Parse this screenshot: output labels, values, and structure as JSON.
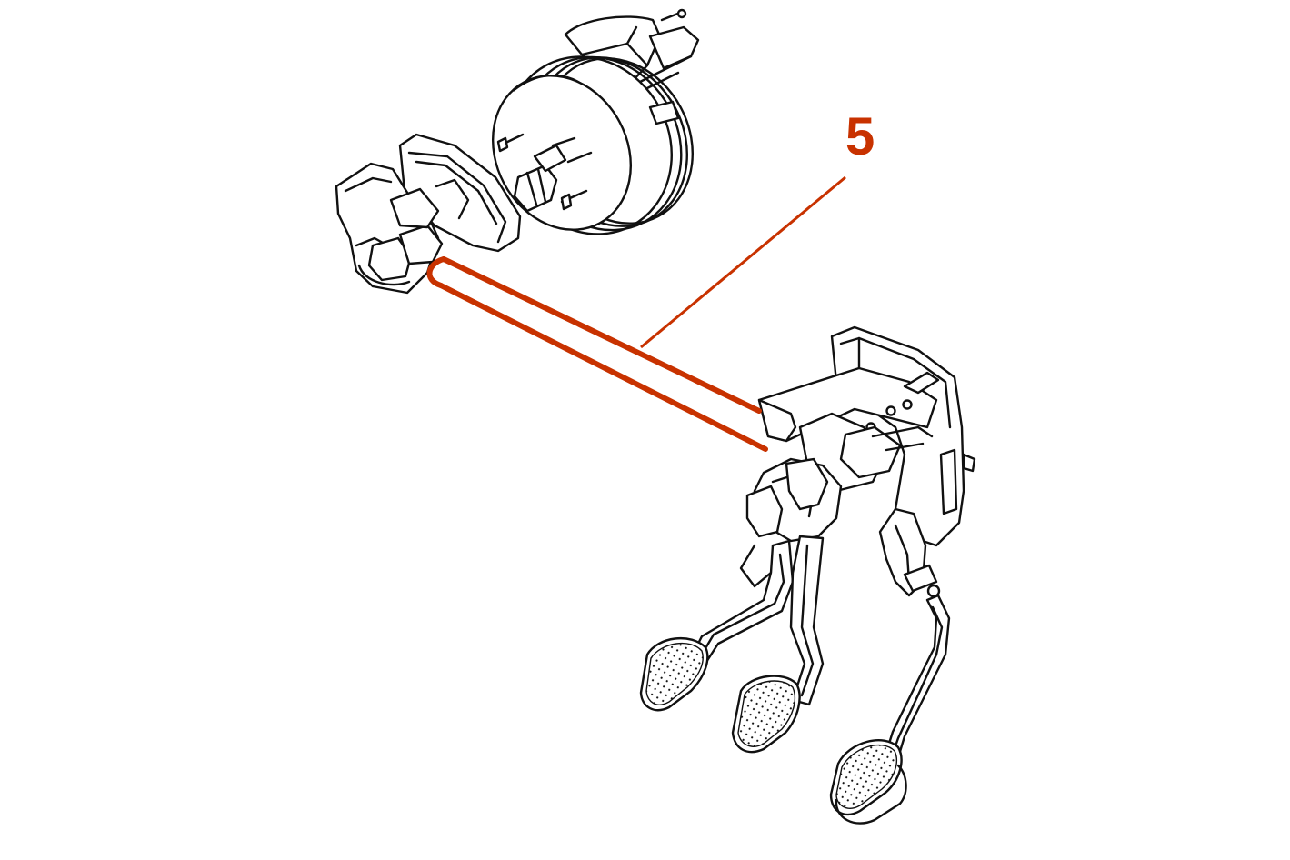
{
  "callout": {
    "label": "5",
    "color": "#c83200"
  },
  "line_color": "#111111",
  "background": "#ffffff",
  "parts": [
    {
      "name": "brake-booster",
      "icon": "booster-drum"
    },
    {
      "name": "master-cylinder-reservoir",
      "icon": "reservoir"
    },
    {
      "name": "linkage-bracket",
      "icon": "bracket"
    },
    {
      "name": "connecting-rod",
      "icon": "rod",
      "highlighted": true
    },
    {
      "name": "pedal-box",
      "icon": "pedal-bracket"
    },
    {
      "name": "pedals",
      "icon": "pedal",
      "count": 3
    }
  ]
}
